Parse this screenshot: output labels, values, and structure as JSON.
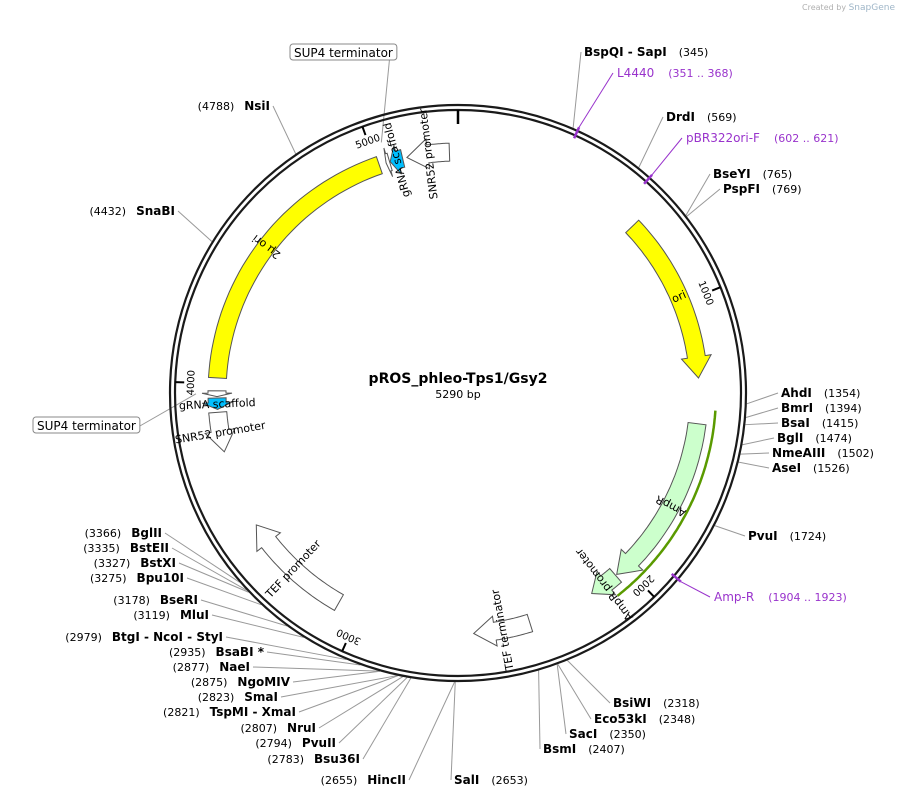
{
  "watermark": {
    "prefix": "Created by",
    "brand": "SnapGene"
  },
  "plasmid": {
    "name": "pROS_phleo-Tps1/Gsy2",
    "size_label": "5290 bp",
    "length": 5290
  },
  "colors": {
    "backbone": "#1a1a1a",
    "yellow_feature": "#ffff00",
    "cyan_feature": "#00bfff",
    "ampr_feature": "#ccffcc",
    "primer": "#9933cc",
    "primer_bar": "#5a9a00",
    "leader": "#999999",
    "white_feature": "#ffffff"
  },
  "ticks": [
    {
      "pos": 0,
      "label": ""
    },
    {
      "pos": 1000,
      "label": "1000"
    },
    {
      "pos": 2000,
      "label": "2000"
    },
    {
      "pos": 3000,
      "label": "3000"
    },
    {
      "pos": 4000,
      "label": "4000"
    },
    {
      "pos": 5000,
      "label": "5000"
    }
  ],
  "features": [
    {
      "name": "ori",
      "start": 680,
      "end": 1270,
      "dir": 1,
      "ring": 1,
      "color": "#ffff00",
      "label": "ori"
    },
    {
      "name": "AmpR",
      "start": 1430,
      "end": 2040,
      "dir": 1,
      "ring": 1,
      "color": "#ccffcc",
      "label": "AmpR"
    },
    {
      "name": "AmpR promoter",
      "start": 2045,
      "end": 2150,
      "dir": 1,
      "ring": 1,
      "color": "#ccffcc",
      "label": "AmpR promoter"
    },
    {
      "name": "TEF terminator",
      "start": 2390,
      "end": 2590,
      "dir": 1,
      "ring": 1,
      "color": "#ffffff",
      "label": "TEF terminator"
    },
    {
      "name": "TEF promoter",
      "start": 3080,
      "end": 3480,
      "dir": 1,
      "ring": 1,
      "color": "#ffffff",
      "label": "TEF promoter"
    },
    {
      "name": "SNR52 promoter",
      "start": 3760,
      "end": 3900,
      "dir": -1,
      "ring": 1,
      "color": "#ffffff",
      "label": "SNR52 promoter"
    },
    {
      "name": "gRNA scaffold",
      "start": 3910,
      "end": 3950,
      "dir": -1,
      "ring": 1,
      "color": "#00bfff",
      "label": "gRNA scaffold"
    },
    {
      "name": "SUP4 terminator",
      "start": 3955,
      "end": 3975,
      "dir": -1,
      "ring": 1,
      "color": "#ffffff",
      "label": ""
    },
    {
      "name": "2u ori",
      "start": 4020,
      "end": 5010,
      "dir": 0,
      "ring": 1,
      "color": "#ffff00",
      "label": "2μ ori"
    },
    {
      "name": "SNR52 promoter 2",
      "start": 5110,
      "end": 5260,
      "dir": -1,
      "ring": 1,
      "color": "#ffffff",
      "label": "SNR52 promoter"
    },
    {
      "name": "gRNA scaffold 2",
      "start": 5050,
      "end": 5095,
      "dir": -1,
      "ring": 1,
      "color": "#00bfff",
      "label": "gRNA scaffold"
    },
    {
      "name": "SUP4 terminator 2",
      "start": 5035,
      "end": 5048,
      "dir": -1,
      "ring": 1,
      "color": "#ffffff",
      "label": ""
    }
  ],
  "primers": [
    {
      "label": "L4440",
      "range": "(351 .. 368)",
      "pos": 360
    },
    {
      "label": "pBR322ori-F",
      "range": "(602 .. 621)",
      "pos": 612
    },
    {
      "label": "Amp-R",
      "range": "(1904 .. 1923)",
      "pos": 1914
    }
  ],
  "sites": [
    {
      "name": "BspQI",
      "name2": "SapI",
      "pos": "(345)"
    },
    {
      "name": "DrdI",
      "pos": "(569)"
    },
    {
      "name": "BseYI",
      "pos": "(765)"
    },
    {
      "name": "PspFI",
      "pos": "(769)"
    },
    {
      "name": "AhdI",
      "pos": "(1354)"
    },
    {
      "name": "BmrI",
      "pos": "(1394)"
    },
    {
      "name": "BsaI",
      "pos": "(1415)"
    },
    {
      "name": "BglI",
      "pos": "(1474)"
    },
    {
      "name": "NmeAIII",
      "pos": "(1502)"
    },
    {
      "name": "AseI",
      "pos": "(1526)"
    },
    {
      "name": "PvuI",
      "pos": "(1724)"
    },
    {
      "name": "BsiWI",
      "pos": "(2318)"
    },
    {
      "name": "Eco53kI",
      "pos": "(2348)"
    },
    {
      "name": "SacI",
      "pos": "(2350)"
    },
    {
      "name": "BsmI",
      "pos": "(2407)"
    },
    {
      "name": "SalI",
      "pos": "(2653)"
    },
    {
      "name": "HincII",
      "pos": "(2655)"
    },
    {
      "name": "Bsu36I",
      "pos": "(2783)"
    },
    {
      "name": "PvuII",
      "pos": "(2794)"
    },
    {
      "name": "NruI",
      "pos": "(2807)"
    },
    {
      "name": "TspMI",
      "name2": "XmaI",
      "pos": "(2821)"
    },
    {
      "name": "SmaI",
      "pos": "(2823)"
    },
    {
      "name": "NgoMIV",
      "pos": "(2875)"
    },
    {
      "name": "NaeI",
      "pos": "(2877)"
    },
    {
      "name": "BsaBI *",
      "pos": "(2935)"
    },
    {
      "name": "BtgI",
      "name2": "NcoI",
      "name3": "StyI",
      "pos": "(2979)"
    },
    {
      "name": "MluI",
      "pos": "(3119)"
    },
    {
      "name": "BseRI",
      "pos": "(3178)"
    },
    {
      "name": "Bpu10I",
      "pos": "(3275)"
    },
    {
      "name": "BstXI",
      "pos": "(3327)"
    },
    {
      "name": "BstEII",
      "pos": "(3335)"
    },
    {
      "name": "BglII",
      "pos": "(3366)"
    },
    {
      "name": "SnaBI",
      "pos": "(4432)"
    },
    {
      "name": "NsiI",
      "pos": "(4788)"
    }
  ],
  "boxed_labels": [
    {
      "text": "SUP4 terminator"
    },
    {
      "text": "SUP4 terminator"
    }
  ]
}
